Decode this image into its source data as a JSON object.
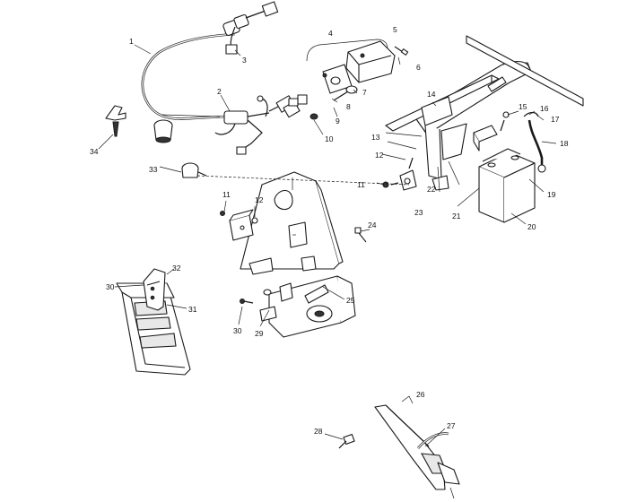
{
  "callouts": [
    {
      "id": "c1",
      "label": "1"
    },
    {
      "id": "c2",
      "label": "2"
    },
    {
      "id": "c3",
      "label": "3"
    },
    {
      "id": "c4",
      "label": "4"
    },
    {
      "id": "c5",
      "label": "5"
    },
    {
      "id": "c6",
      "label": "6"
    },
    {
      "id": "c7",
      "label": "7"
    },
    {
      "id": "c8",
      "label": "8"
    },
    {
      "id": "c9",
      "label": "9"
    },
    {
      "id": "c10",
      "label": "10"
    },
    {
      "id": "c11a",
      "label": "11"
    },
    {
      "id": "c11b",
      "label": "11"
    },
    {
      "id": "c12a",
      "label": "12"
    },
    {
      "id": "c12b",
      "label": "12"
    },
    {
      "id": "c13",
      "label": "13"
    },
    {
      "id": "c14",
      "label": "14"
    },
    {
      "id": "c15",
      "label": "15"
    },
    {
      "id": "c16",
      "label": "16"
    },
    {
      "id": "c17",
      "label": "17"
    },
    {
      "id": "c18",
      "label": "18"
    },
    {
      "id": "c19",
      "label": "19"
    },
    {
      "id": "c20",
      "label": "20"
    },
    {
      "id": "c21",
      "label": "21"
    },
    {
      "id": "c22",
      "label": "22"
    },
    {
      "id": "c23",
      "label": "23"
    },
    {
      "id": "c24",
      "label": "24"
    },
    {
      "id": "c25",
      "label": "25"
    },
    {
      "id": "c26",
      "label": "26"
    },
    {
      "id": "c27",
      "label": "27"
    },
    {
      "id": "c28",
      "label": "28"
    },
    {
      "id": "c29",
      "label": "29"
    },
    {
      "id": "c30a",
      "label": "30"
    },
    {
      "id": "c30b",
      "label": "30"
    },
    {
      "id": "c31",
      "label": "31"
    },
    {
      "id": "c32",
      "label": "32"
    },
    {
      "id": "c33",
      "label": "33"
    },
    {
      "id": "c34",
      "label": "34"
    }
  ]
}
